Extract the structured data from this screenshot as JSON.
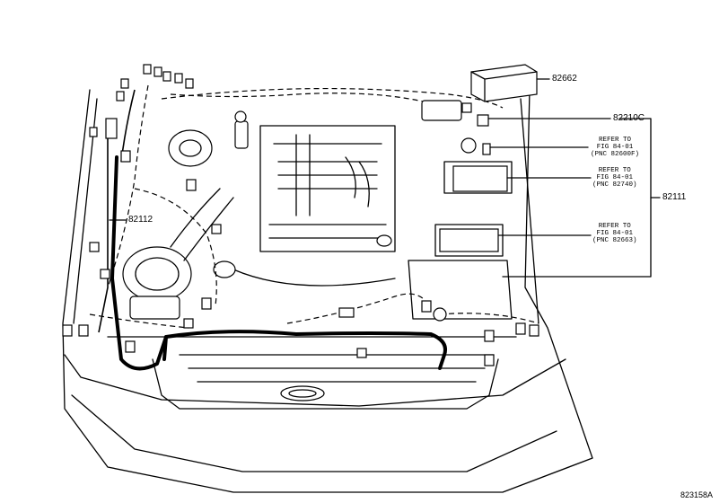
{
  "parts": {
    "p82662": "82662",
    "p82210c": "82210C",
    "p82111": "82111",
    "p82112": "82112"
  },
  "references": [
    {
      "line1": "REFER TO",
      "line2": "FIG 84-01",
      "line3": "(PNC 82600F)"
    },
    {
      "line1": "REFER TO",
      "line2": "FIG 84-01",
      "line3": "(PNC 82740)"
    },
    {
      "line1": "REFER TO",
      "line2": "FIG 84-01",
      "line3": "(PNC 82663)"
    }
  ],
  "catalog_code": "823158A"
}
